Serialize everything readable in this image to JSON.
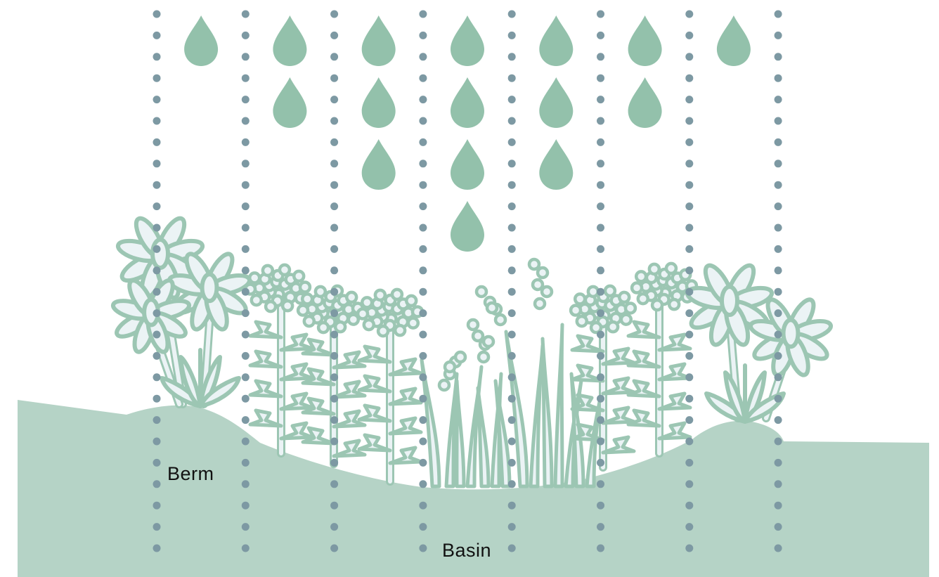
{
  "labels": {
    "berm": "Berm",
    "basin": "Basin"
  },
  "colors": {
    "ground": "#b5d3c6",
    "drop": "#93c1ab",
    "plant_stroke": "#9cc6b3",
    "plant_fill": "#ebf3f5",
    "dots": "#7d99a3"
  },
  "drops": {
    "row_counts": [
      7,
      5,
      3,
      1
    ]
  },
  "dot_columns": {
    "count": 8
  }
}
